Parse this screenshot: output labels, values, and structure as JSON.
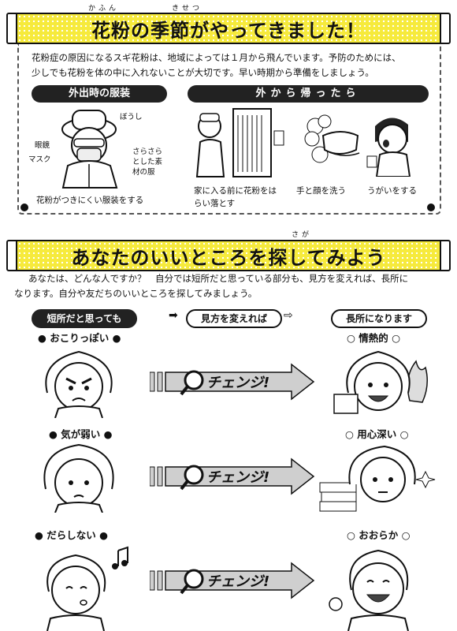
{
  "section1": {
    "title": "花粉の季節がやってきました！",
    "ruby_kafun": "かふん",
    "ruby_kisetsu": "きせつ",
    "intro_line1": "花粉症の原因になるスギ花粉は、地域によっては１月から飛んでいます。予防のためには、",
    "intro_line2": "少しでも花粉を体の中に入れないことが大切です。早い時期から準備をしましょう。",
    "left_heading": "外出時の服装",
    "right_heading": "外から帰ったら",
    "labels": {
      "hat": "ぼうし",
      "glasses": "眼鏡",
      "mask": "マスク",
      "fabric": "さらさらとした素材の服"
    },
    "left_caption": "花粉がつきにくい服装をする",
    "right_captions": [
      "家に入る前に花粉をはらい落とす",
      "手と顔を洗う",
      "うがいをする"
    ]
  },
  "section2": {
    "title": "あなたのいいところを探してみよう",
    "ruby_sagasu": "さが",
    "intro_line1": "あなたは、どんな人ですか？　自分では短所だと思っている部分も、見方を変えれば、長所に",
    "intro_line2": "なります。自分や友だちのいいところを探してみましょう。",
    "col_left": "短所だと思っても",
    "col_mid": "見方を変えれば",
    "col_right": "長所になります",
    "change_text": "チェンジ!",
    "rows": [
      {
        "weak": "● おこりっぽい ●",
        "strong": "○ 情熱的 ○"
      },
      {
        "weak": "● 気が弱い ●",
        "strong": "○ 用心深い ○"
      },
      {
        "weak": "● だらしない ●",
        "strong": "○ おおらか ○"
      }
    ]
  },
  "colors": {
    "banner_yellow": "#f6ea3c",
    "ink": "#111111",
    "gray": "#cfcfcf"
  }
}
